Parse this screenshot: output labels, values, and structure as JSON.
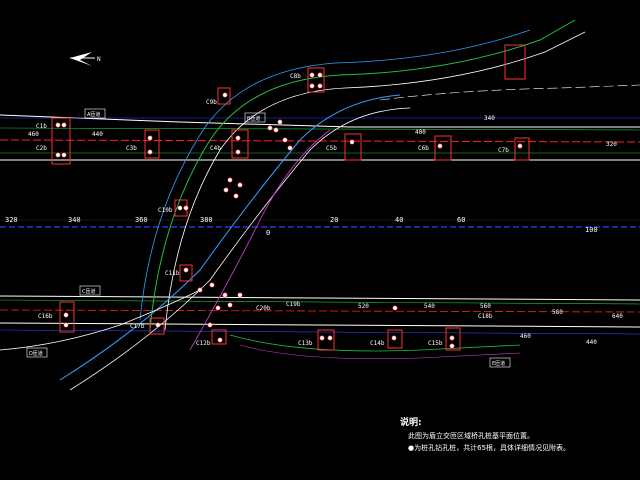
{
  "north_symbol": "N",
  "road_tags": [
    "A匝道",
    "B匝道",
    "C匝道",
    "D匝道",
    "E匝道"
  ],
  "main_stations": [
    "320",
    "340",
    "360",
    "380",
    "0",
    "20",
    "40",
    "60",
    "100"
  ],
  "upper_stations": [
    "460",
    "440",
    "400",
    "340",
    "320"
  ],
  "lower_stations": [
    "520",
    "540",
    "560",
    "580",
    "640",
    "460",
    "440"
  ],
  "pier_labels": [
    "C1b",
    "C2b",
    "C3b",
    "C4b",
    "C5b",
    "C6b",
    "C7b",
    "C8b",
    "C9b",
    "C10b",
    "C11b",
    "C12b",
    "C13b",
    "C14b",
    "C15b",
    "C16b",
    "C17b",
    "C18b",
    "C19b",
    "C20b"
  ],
  "notes": {
    "title": "说明:",
    "line1": "此图为盾立交匝区域桥孔桩基平面位置。",
    "line2": "●为桩孔钻孔桩，共计65根，具体详细情况见附表。"
  },
  "colors": {
    "background": "#000000",
    "road_edge": "#ffffff",
    "centerline_red": "#ff2020",
    "centerline_blue": "#3040ff",
    "ramp_green": "#20c040",
    "ramp_cyan": "#30a0ff",
    "ramp_magenta": "#d040d0",
    "pier_red": "#ff3030",
    "pile_fill": "#ffffff"
  }
}
